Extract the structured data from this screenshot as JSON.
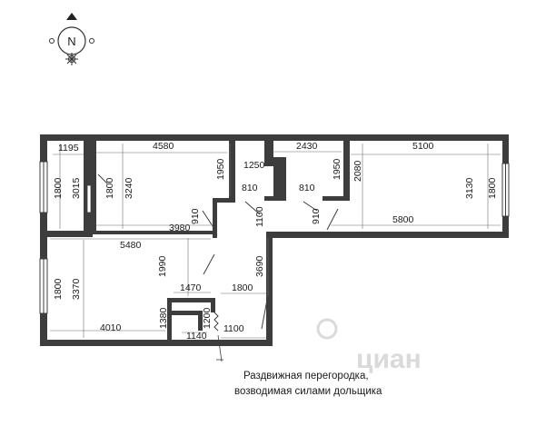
{
  "compass": {
    "label": "N"
  },
  "dimensions": {
    "d1195": "1195",
    "d4580": "4580",
    "d1250": "1250",
    "d2430": "2430",
    "d5100": "5100",
    "d1800_left": "1800",
    "d3015": "3015",
    "d1800_bed": "1800",
    "d3240": "3240",
    "d1950_a": "1950",
    "d810_a": "810",
    "d810_b": "810",
    "d1950_b": "1950",
    "d2080": "2080",
    "d3130": "3130",
    "d1800_right": "1800",
    "d910_a": "910",
    "d3980": "3980",
    "d1100_a": "1100",
    "d910_b": "910",
    "d5800": "5800",
    "d5480": "5480",
    "d1800_lower": "1800",
    "d3370": "3370",
    "d1990": "1990",
    "d3690": "3690",
    "d1470": "1470",
    "d1800_mid": "1800",
    "d1380": "1380",
    "d1200": "1200",
    "d4010": "4010",
    "d1140": "1140",
    "d1100_b": "1100"
  },
  "note": {
    "line1": "Раздвижная перегородка,",
    "line2": "возводимая силами дольщика"
  },
  "watermark": {
    "text": "циан"
  }
}
